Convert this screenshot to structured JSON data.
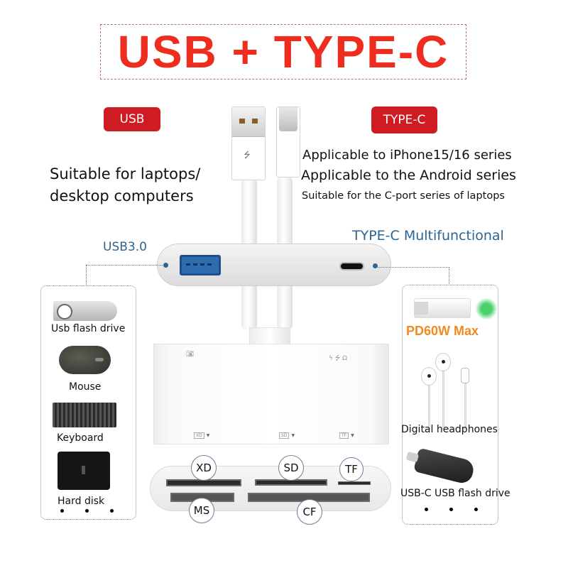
{
  "title": "USB + TYPE-C",
  "badges": {
    "usb": "USB",
    "typec": "TYPE-C"
  },
  "usb_description": {
    "line1": "Suitable for laptops/",
    "line2": "desktop computers"
  },
  "typec_description": {
    "line1": "Applicable to iPhone15/16 series",
    "line2": "Applicable to the Android series",
    "line3": "Suitable for the C-port series of laptops"
  },
  "port_labels": {
    "usb3": "USB3.0",
    "typec_multi": "TYPE-C Multifunctional"
  },
  "left_panel": {
    "items": [
      {
        "label": "Usb flash drive",
        "icon": "usb-flash-drive"
      },
      {
        "label": "Mouse",
        "icon": "mouse"
      },
      {
        "label": "Keyboard",
        "icon": "keyboard"
      },
      {
        "label": "Hard disk",
        "icon": "hard-disk"
      }
    ]
  },
  "right_panel": {
    "charging": "PD60W Max",
    "items": [
      {
        "label": "Digital headphones",
        "icon": "headphones"
      },
      {
        "label": "USB-C USB flash drive",
        "icon": "usb-c-flash-drive"
      }
    ]
  },
  "hub_face": {
    "icons": [
      "camera",
      "charge-60w",
      "usb",
      "headphones"
    ],
    "tags": [
      "XD",
      "SD",
      "TF"
    ]
  },
  "card_slots": {
    "xd": "XD",
    "sd": "SD",
    "tf": "TF",
    "ms": "MS",
    "cf": "CF"
  },
  "colors": {
    "title_red": "#ee2d1e",
    "badge_red": "#cf1c22",
    "label_blue": "#2c6593",
    "pd_orange": "#f28a22",
    "usb_port_blue": "#2f6db1"
  }
}
